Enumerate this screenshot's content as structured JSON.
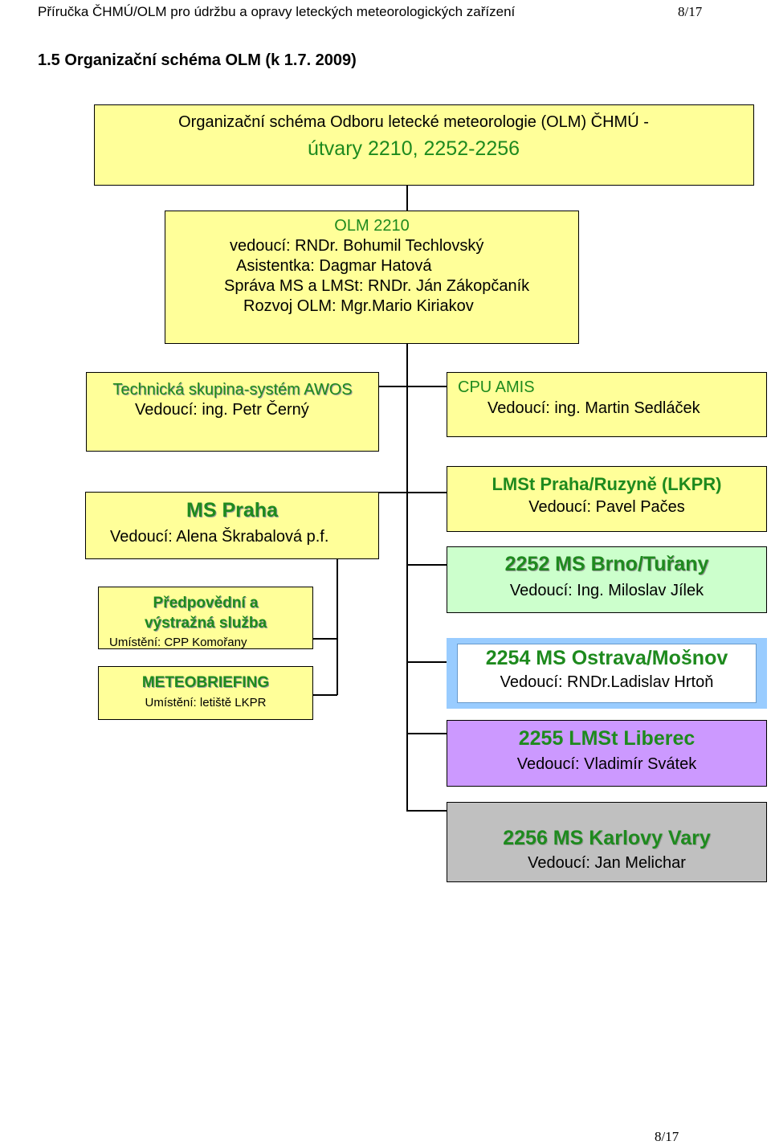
{
  "header": {
    "title": "Příručka ČHMÚ/OLM pro údržbu a opravy leteckých meteorologických zařízení",
    "page": "8/17"
  },
  "section_title": "1.5 Organizační schéma OLM (k 1.7. 2009)",
  "top_box": {
    "line1": "Organizační schéma Odboru letecké meteorologie (OLM) ČHMÚ -",
    "line2": "útvary 2210, 2252-2256"
  },
  "olm_box": {
    "code": "OLM 2210",
    "head": "vedoucí: RNDr. Bohumil Techlovský",
    "assistant": "Asistentka: Dagmar Hatová",
    "admin": "Správa MS a LMSt: RNDr. Ján Zákopčaník",
    "development": "Rozvoj OLM: Mgr.Mario Kiriakov"
  },
  "tech_group": {
    "title": "Technická skupina-systém AWOS",
    "head": "Vedoucí: ing. Petr Černý"
  },
  "cpu_amis": {
    "title": "CPU AMIS",
    "head": "Vedoucí: ing. Martin Sedláček"
  },
  "ms_praha": {
    "title": "MS Praha",
    "head": "Vedoucí: Alena Škrabalová p.f."
  },
  "forecast": {
    "title_line1": "Předpovědní a",
    "title_line2": "výstražná služba",
    "location": "Umístění: CPP Komořany"
  },
  "briefing": {
    "title": "METEOBRIEFING",
    "location": "Umístění: letiště LKPR"
  },
  "lmst_praha": {
    "title": "LMSt Praha/Ruzyně (LKPR)",
    "head": "Vedoucí: Pavel Pačes"
  },
  "brno": {
    "title": "2252 MS Brno/Tuřany",
    "head": "Vedoucí: Ing. Miloslav Jílek"
  },
  "ostrava": {
    "title": "2254 MS Ostrava/Mošnov",
    "head": "Vedoucí: RNDr.Ladislav Hrtoň"
  },
  "liberec": {
    "title": "2255 LMSt Liberec",
    "head": "Vedoucí: Vladimír Svátek"
  },
  "kvary": {
    "title": "2256 MS Karlovy Vary",
    "head": "Vedoucí: Jan Melichar"
  },
  "footer": {
    "page": "8/17"
  },
  "colors": {
    "yellow_fill": "#ffff99",
    "green_text": "#1e8a1e",
    "brno_fill": "#ccffcc",
    "ostrava_frame": "#99ccff",
    "liberec_fill": "#cc99ff",
    "kvary_fill": "#c0c0c0"
  }
}
